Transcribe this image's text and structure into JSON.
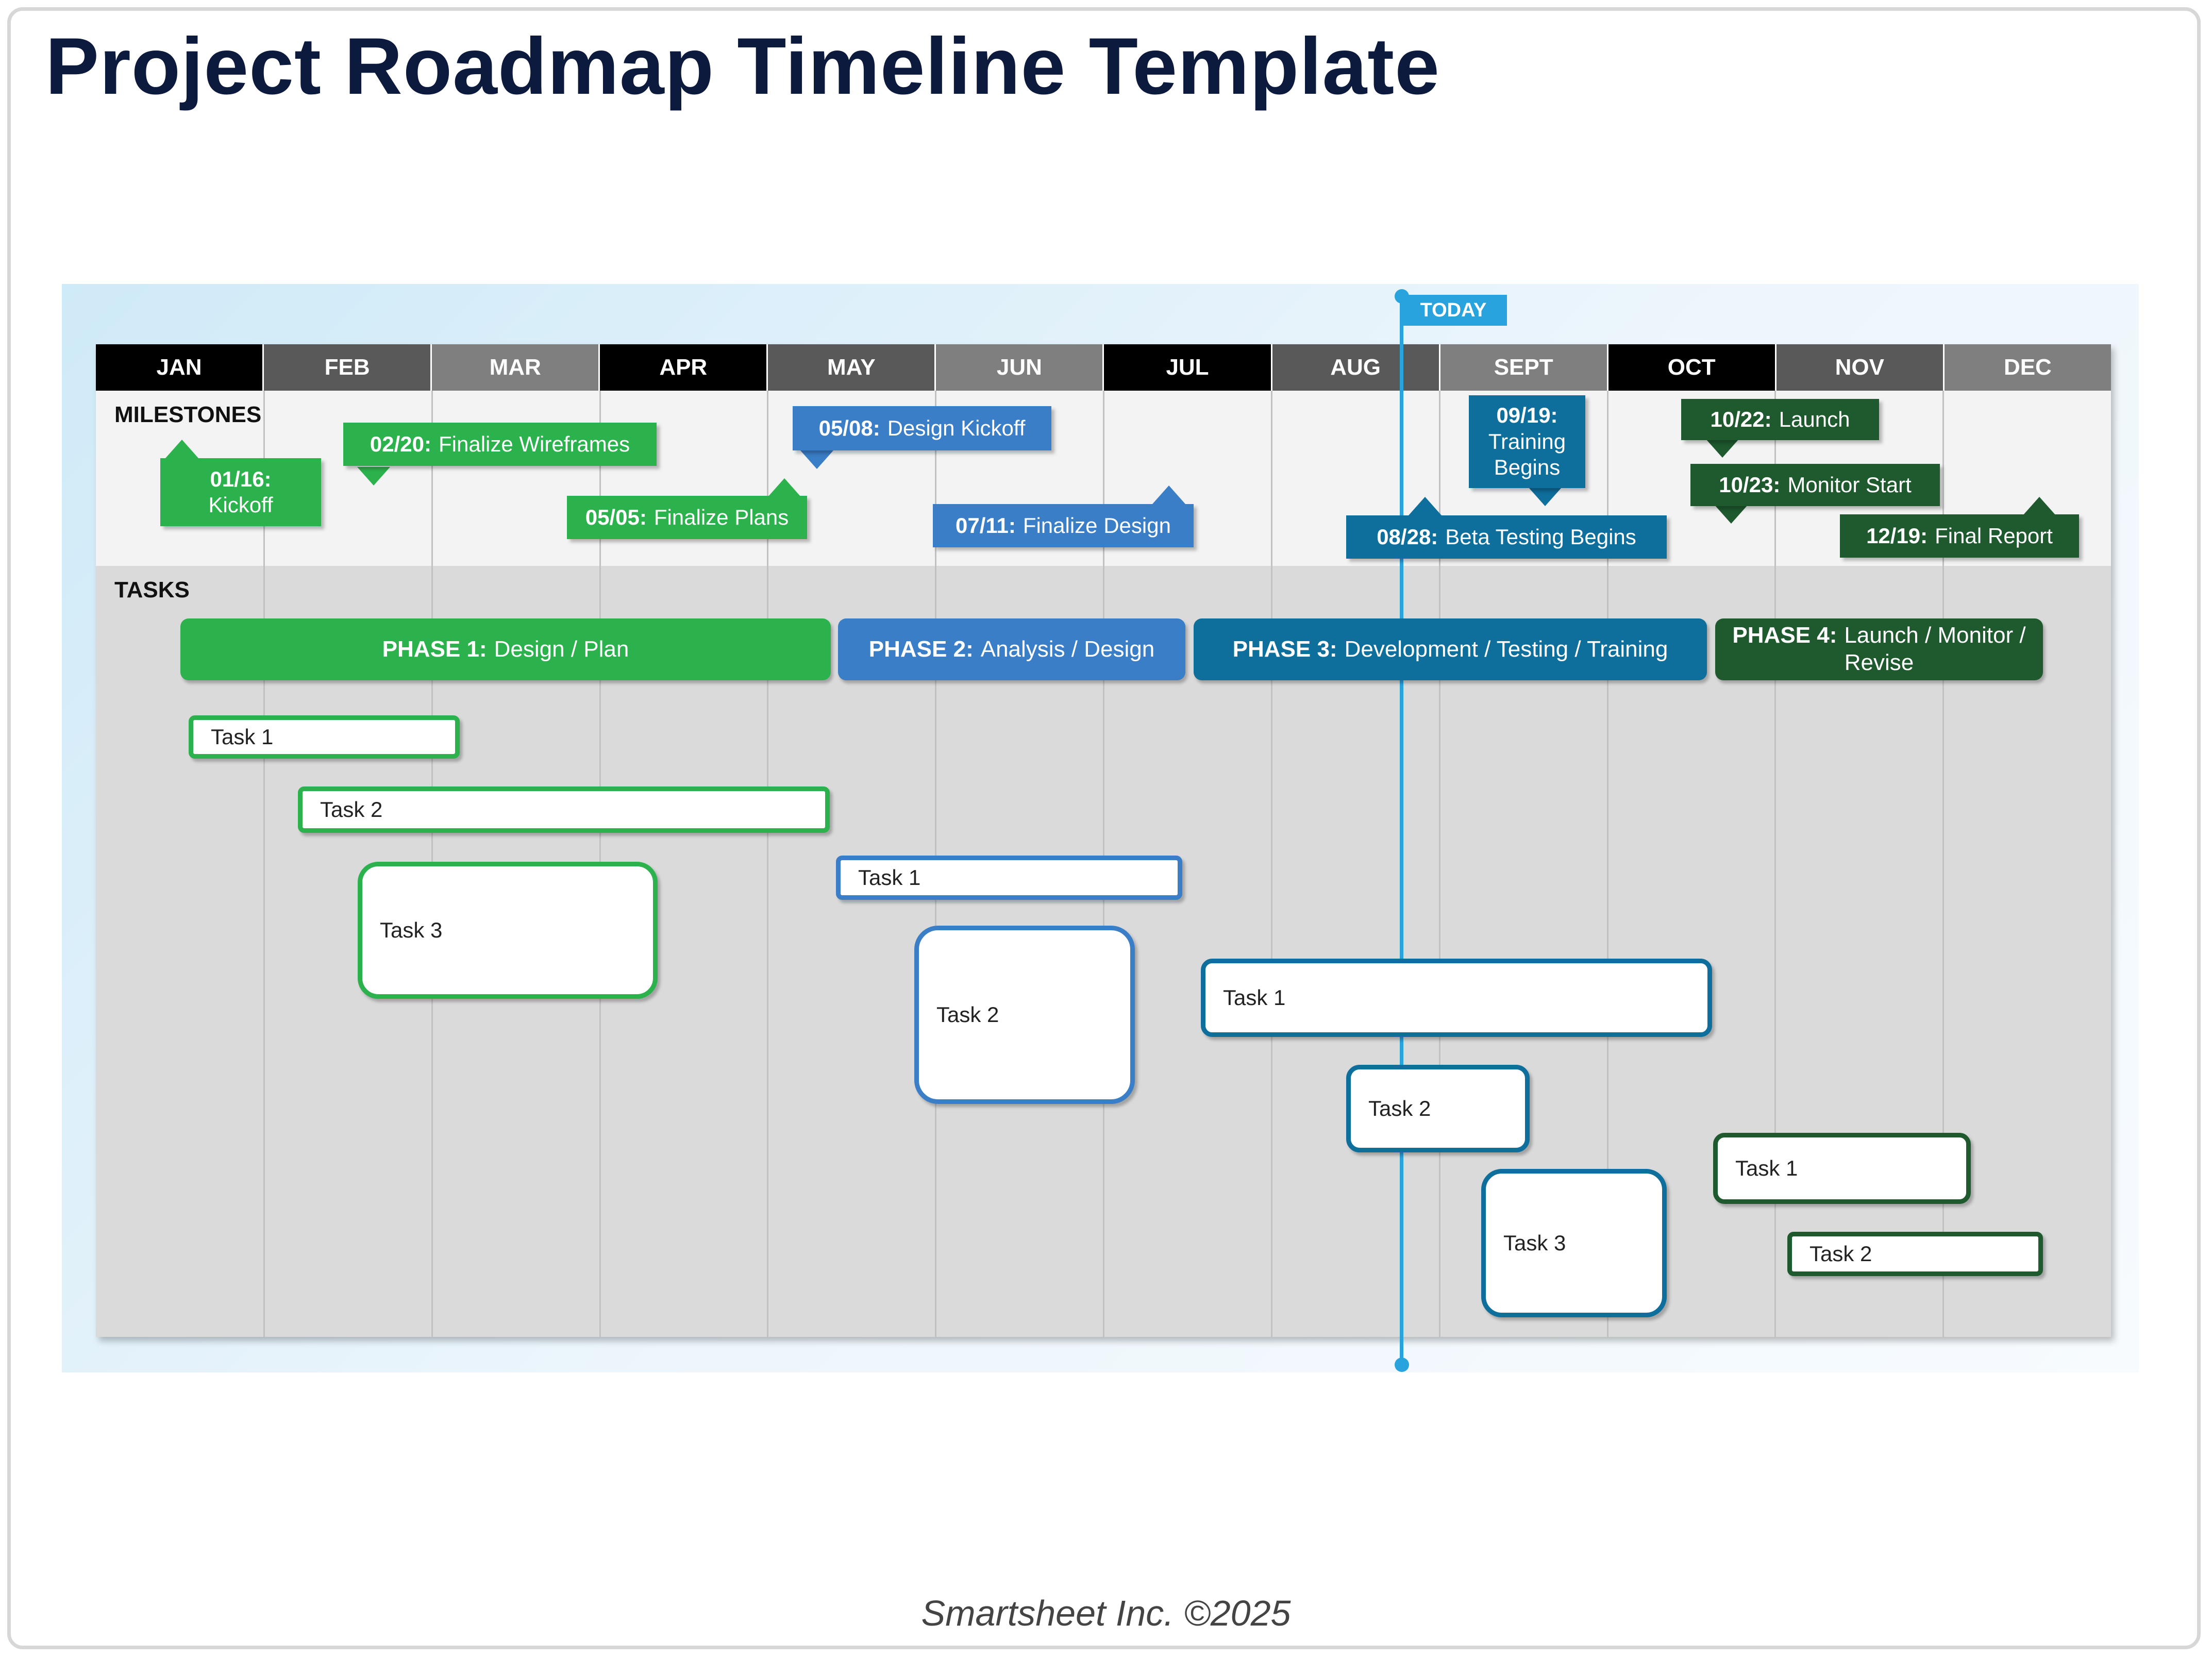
{
  "title": "Project Roadmap Timeline Template",
  "footer": "Smartsheet Inc. ©2025",
  "today_label": "TODAY",
  "sections": {
    "milestones": "MILESTONES",
    "tasks": "TASKS"
  },
  "colors": {
    "phase1_green": "#2bb24c",
    "phase2_blue": "#3a7ec8",
    "phase3_teal": "#0e6e9c",
    "phase4_darkgreen": "#1e5a2e",
    "today": "#29a3de"
  },
  "months": [
    {
      "label": "JAN",
      "bg": "#000000"
    },
    {
      "label": "FEB",
      "bg": "#595959"
    },
    {
      "label": "MAR",
      "bg": "#7f7f7f"
    },
    {
      "label": "APR",
      "bg": "#000000"
    },
    {
      "label": "MAY",
      "bg": "#595959"
    },
    {
      "label": "JUN",
      "bg": "#7f7f7f"
    },
    {
      "label": "JUL",
      "bg": "#000000"
    },
    {
      "label": "AUG",
      "bg": "#595959"
    },
    {
      "label": "SEPT",
      "bg": "#7f7f7f"
    },
    {
      "label": "OCT",
      "bg": "#000000"
    },
    {
      "label": "NOV",
      "bg": "#595959"
    },
    {
      "label": "DEC",
      "bg": "#7f7f7f"
    }
  ],
  "milestones": [
    {
      "date": "01/16:",
      "label": "Kickoff"
    },
    {
      "date": "02/20:",
      "label": "Finalize Wireframes"
    },
    {
      "date": "05/05:",
      "label": "Finalize Plans"
    },
    {
      "date": "05/08:",
      "label": "Design Kickoff"
    },
    {
      "date": "07/11:",
      "label": "Finalize Design"
    },
    {
      "date": "09/19:",
      "label": "Training Begins"
    },
    {
      "date": "08/28:",
      "label": "Beta Testing Begins"
    },
    {
      "date": "10/22:",
      "label": "Launch"
    },
    {
      "date": "10/23:",
      "label": "Monitor Start"
    },
    {
      "date": "12/19:",
      "label": "Final Report"
    }
  ],
  "phases": [
    {
      "num": "PHASE 1:",
      "label": "Design / Plan"
    },
    {
      "num": "PHASE 2:",
      "label": "Analysis / Design"
    },
    {
      "num": "PHASE 3:",
      "label": "Development / Testing / Training"
    },
    {
      "num": "PHASE 4:",
      "label": "Launch / Monitor / Revise"
    }
  ],
  "tasks": {
    "phase1": [
      "Task 1",
      "Task 2",
      "Task 3"
    ],
    "phase2": [
      "Task 1",
      "Task 2"
    ],
    "phase3": [
      "Task 1",
      "Task 2",
      "Task 3"
    ],
    "phase4": [
      "Task 1",
      "Task 2"
    ]
  }
}
